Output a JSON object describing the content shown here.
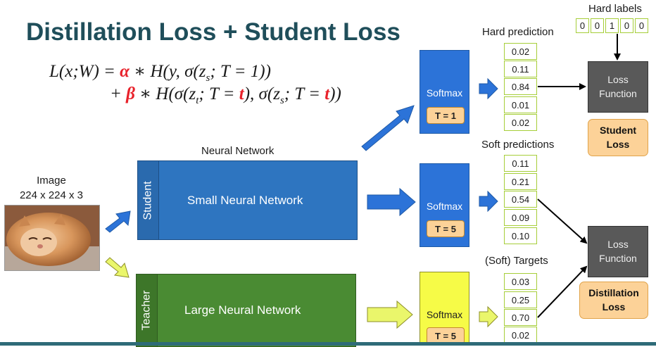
{
  "title": "Distillation Loss + Student Loss",
  "formula": {
    "line1": [
      "L(x;W) = ",
      "α",
      " ∗ H(y, σ(z",
      "s",
      "; T = 1))"
    ],
    "line2": [
      "+ ",
      "β",
      " ∗ H(σ(z",
      "t",
      "; T = ",
      "t",
      "), σ(z",
      "s",
      "; T = ",
      "t",
      "))"
    ]
  },
  "image_label": {
    "line1": "Image",
    "line2": "224 x 224 x 3"
  },
  "neural_network_label": "Neural Network",
  "student": {
    "side_label": "Student",
    "label": "Small Neural Network",
    "color": "#2e75c0"
  },
  "teacher": {
    "side_label": "Teacher",
    "label": "Large Neural Network",
    "color": "#4a8b33"
  },
  "softmax_blocks": [
    {
      "label": "Softmax",
      "temperature": "T = 1",
      "color": "#2c73d8"
    },
    {
      "label": "Softmax",
      "temperature": "T = 5",
      "color": "#2c73d8"
    },
    {
      "label": "Softmax",
      "temperature": "T = 5",
      "color": "#f6fb47"
    }
  ],
  "vectors": [
    {
      "caption": "Hard prediction",
      "values": [
        "0.02",
        "0.11",
        "0.84",
        "0.01",
        "0.02"
      ]
    },
    {
      "caption": "Soft predictions",
      "values": [
        "0.11",
        "0.21",
        "0.54",
        "0.09",
        "0.10"
      ]
    },
    {
      "caption": "(Soft) Targets",
      "values": [
        "0.03",
        "0.25",
        "0.70",
        "0.02"
      ]
    }
  ],
  "hard_labels": {
    "caption": "Hard labels",
    "values": [
      "0",
      "0",
      "1",
      "0",
      "0"
    ]
  },
  "loss_functions": [
    {
      "line1": "Loss",
      "line2": "Function",
      "badge_line1": "Student",
      "badge_line2": "Loss"
    },
    {
      "line1": "Loss",
      "line2": "Function",
      "badge_line1": "Distillation",
      "badge_line2": "Loss"
    }
  ],
  "colors": {
    "title": "#1f4e5a",
    "accent_red": "#e8212a",
    "arrow_blue": "#2c73d8",
    "arrow_yellow": "#eaf66b",
    "cell_border": "#a6ce39",
    "footer": "#2e6b78"
  }
}
